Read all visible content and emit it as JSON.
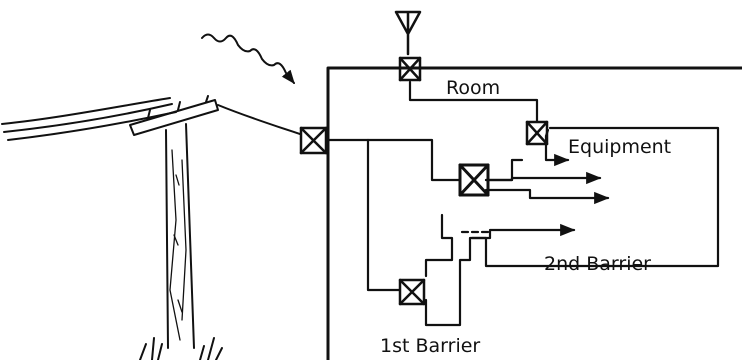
{
  "diagram": {
    "labels": {
      "room": "Room",
      "equipment": "Equipment",
      "second_barrier": "2nd Barrier",
      "first_barrier": "1st Barrier"
    },
    "icons": {
      "antenna": "antenna-icon",
      "utility_pole": "utility-pole-icon",
      "radiated_interference": "wavy-arrow-icon",
      "surge_protector": "crossed-box-icon",
      "signal_output": "arrow-icon"
    },
    "colors": {
      "ink": "#111111",
      "background": "#ffffff"
    }
  }
}
